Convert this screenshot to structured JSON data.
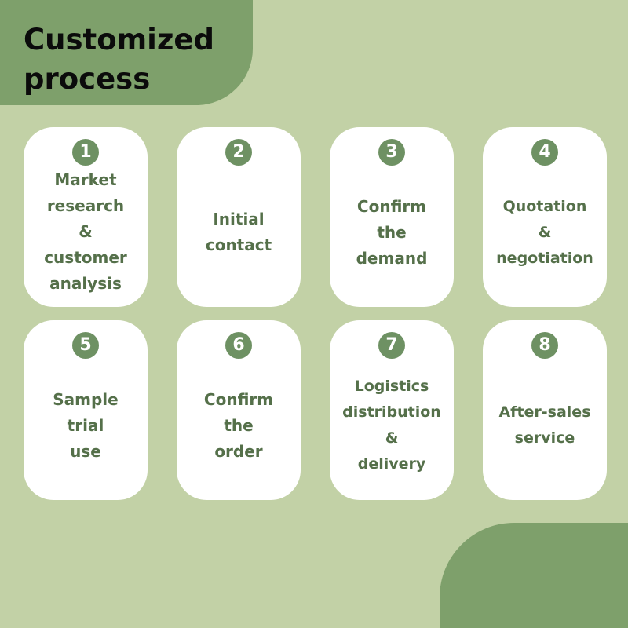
{
  "title": "Customized\nprocess",
  "steps": [
    {
      "number": "1",
      "label": "Market\nresearch\n&\ncustomer\nanalysis"
    },
    {
      "number": "2",
      "label": "Initial\ncontact"
    },
    {
      "number": "3",
      "label": "Confirm\nthe\ndemand"
    },
    {
      "number": "4",
      "label": "Quotation\n&\nnegotiation"
    },
    {
      "number": "5",
      "label": "Sample\ntrial\nuse"
    },
    {
      "number": "6",
      "label": "Confirm\nthe\norder"
    },
    {
      "number": "7",
      "label": "Logistics\ndistribution\n&\ndelivery"
    },
    {
      "number": "8",
      "label": "After-sales\nservice"
    }
  ],
  "colors": {
    "background": "#c2d1a6",
    "accent": "#7ea06b",
    "card": "#ffffff",
    "text": "#55704a",
    "title": "#0b0b0b"
  }
}
